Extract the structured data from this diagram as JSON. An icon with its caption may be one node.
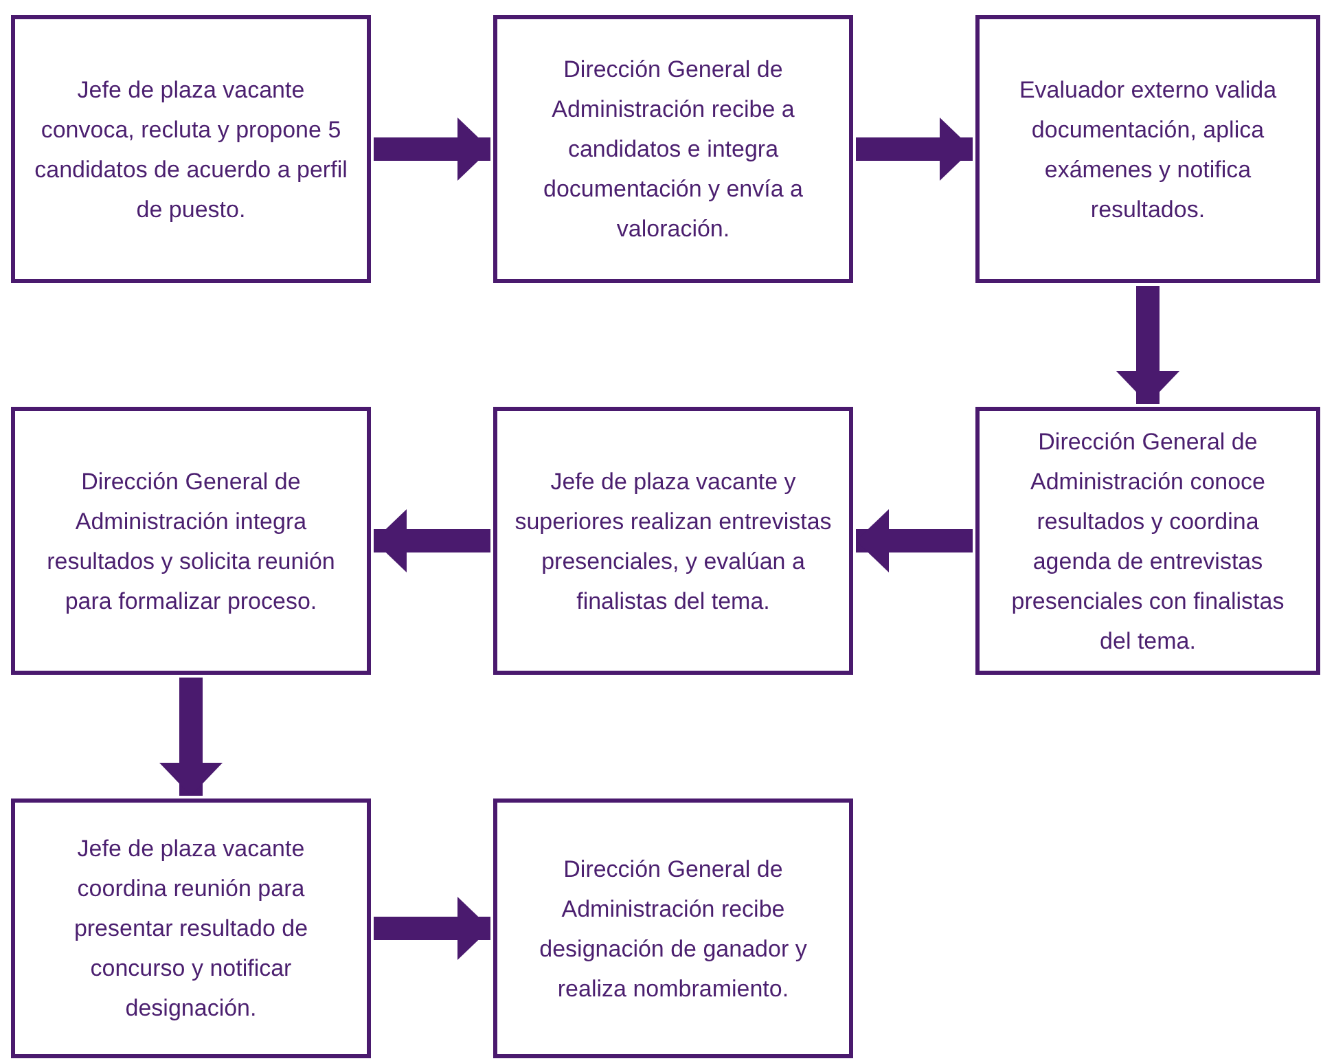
{
  "diagram": {
    "nodes": [
      {
        "text": [
          "Jefe de plaza vacante convoca, recluta y propone 5 candidatos de acuerdo a perfil de puesto."
        ]
      },
      {
        "text": [
          "Dirección General de Administración recibe a candidatos e integra documentación y envía a valoración."
        ]
      },
      {
        "text": [
          "Evaluador externo valida documentación, aplica exámenes y notifica resultados."
        ]
      },
      {
        "text": [
          "Dirección General de Administración integra resultados y solicita reunión para formalizar proceso."
        ]
      },
      {
        "text": [
          "Jefe de plaza vacante y superiores realizan entrevistas presenciales, y evalúan a finalistas del tema."
        ]
      },
      {
        "text": [
          "Dirección General de Administración conoce resultados y coordina agenda de entrevistas presenciales con finalistas del tema."
        ]
      },
      {
        "text": [
          "Jefe de plaza vacante coordina reunión para presentar resultado de concurso y notificar designación."
        ]
      },
      {
        "text": [
          "Dirección General de Administración recibe designación de ganador y realiza nombramiento."
        ]
      }
    ],
    "edges": [
      {
        "from": 0,
        "to": 1,
        "arrow": "to"
      },
      {
        "from": 1,
        "to": 2,
        "arrow": "to"
      },
      {
        "from": 2,
        "to": 5,
        "arrow": "to"
      },
      {
        "from": 5,
        "to": 4,
        "arrow": "to"
      },
      {
        "from": 4,
        "to": 3,
        "arrow": "to"
      },
      {
        "from": 3,
        "to": 6,
        "arrow": "to"
      },
      {
        "from": 6,
        "to": 7,
        "arrow": "to"
      }
    ]
  }
}
